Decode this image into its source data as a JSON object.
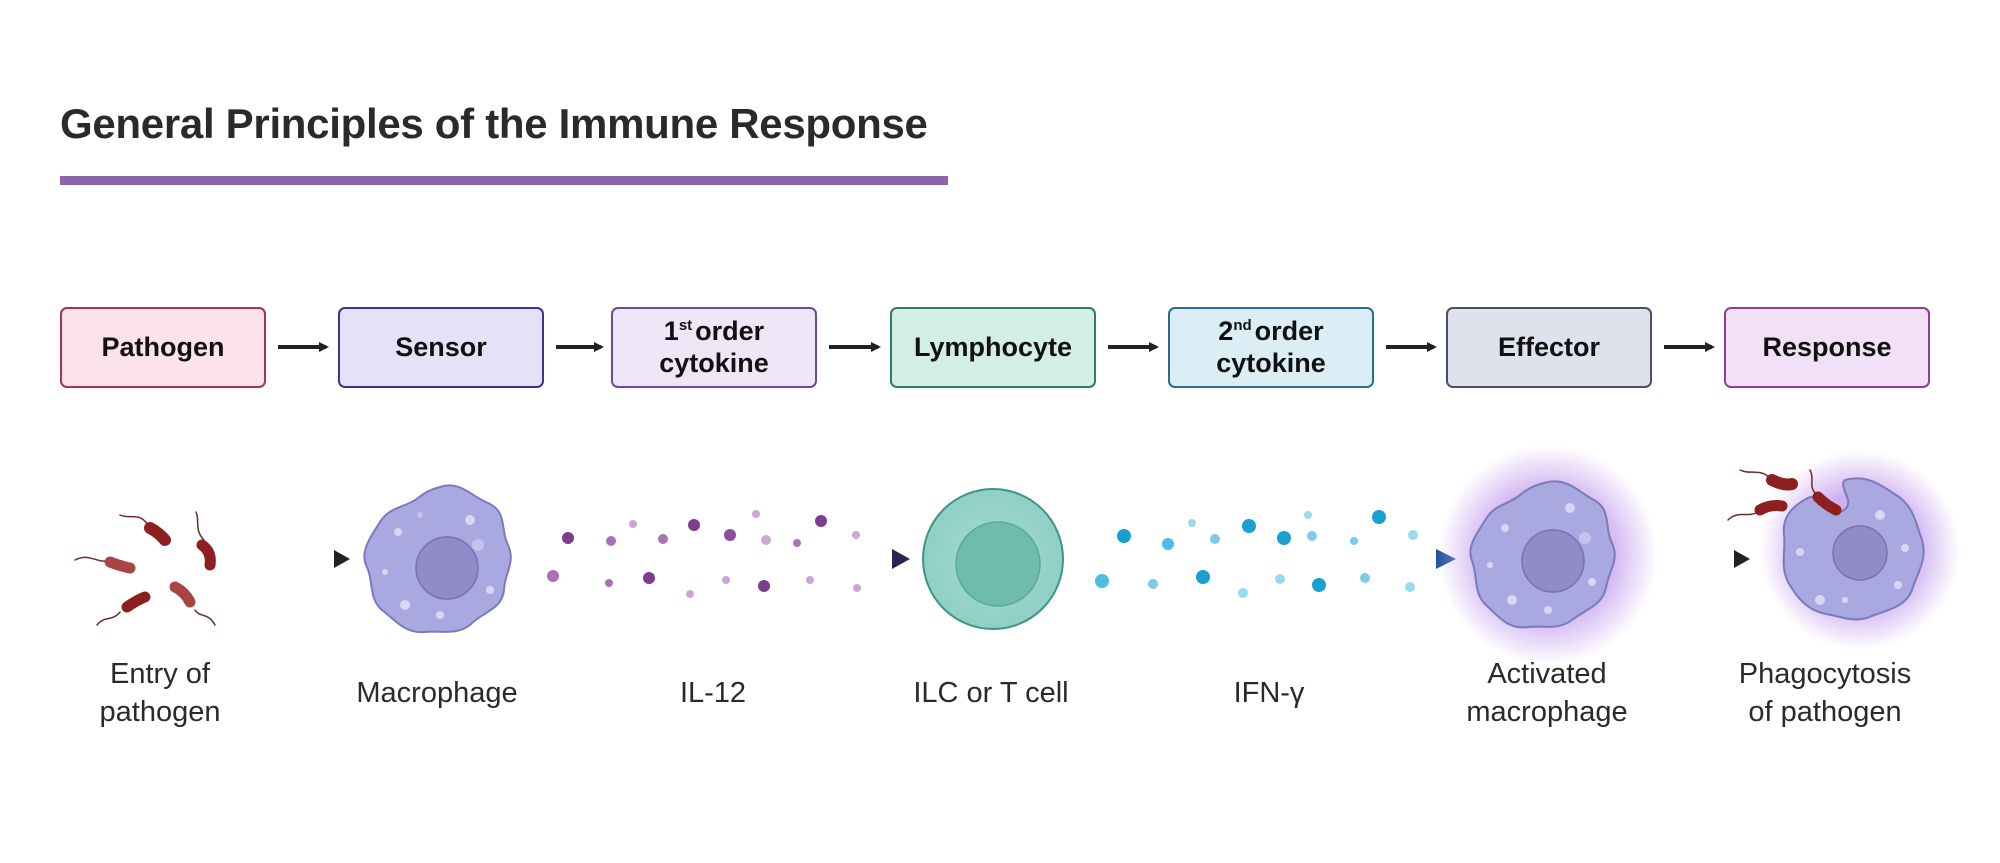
{
  "title": "General Principles of the Immune Response",
  "steps": [
    {
      "label": "Pathogen",
      "fill": "#fbe3e9",
      "border": "#a8324f"
    },
    {
      "label": "Sensor",
      "fill": "#e4e2f6",
      "border": "#3d3393"
    },
    {
      "label_num": "1",
      "label_sup": "st",
      "label_rest": "order",
      "label_l2": "cytokine",
      "fill": "#efe7f8",
      "border": "#6b4b9a"
    },
    {
      "label": "Lymphocyte",
      "fill": "#d3ede7",
      "border": "#2f7d68"
    },
    {
      "label_num": "2",
      "label_sup": "nd",
      "label_rest": "order",
      "label_l2": "cytokine",
      "fill": "#dbeef6",
      "border": "#2b6d8a"
    },
    {
      "label": "Effector",
      "fill": "#dfe1ed",
      "border": "#4b4f66"
    },
    {
      "label": "Response",
      "fill": "#f2e1f6",
      "border": "#8a3f99"
    }
  ],
  "captions": [
    {
      "line1": "Entry of",
      "line2": "pathogen"
    },
    {
      "line1": "Macrophage",
      "line2": ""
    },
    {
      "line1": "IL-12",
      "line2": ""
    },
    {
      "line1": "ILC or T cell",
      "line2": ""
    },
    {
      "line1": "IFN-γ",
      "line2": ""
    },
    {
      "line1": "Activated",
      "line2": "macrophage"
    },
    {
      "line1": "Phagocytosis",
      "line2": "of pathogen"
    }
  ],
  "colors": {
    "accent_rule": "#8a63ad",
    "macrophage": "#a9a8e0",
    "nucleus": "#8f8cc8",
    "bacteria": "#8e1f1f",
    "il12_dots": "#7a3d8f",
    "il12_arrow": "#2c2350",
    "tcell": "#96d3cb",
    "ifn_dots": "#1a9fd1",
    "ifn_arrow": "#2557a0",
    "activation_glow": "#c9a6ef"
  }
}
